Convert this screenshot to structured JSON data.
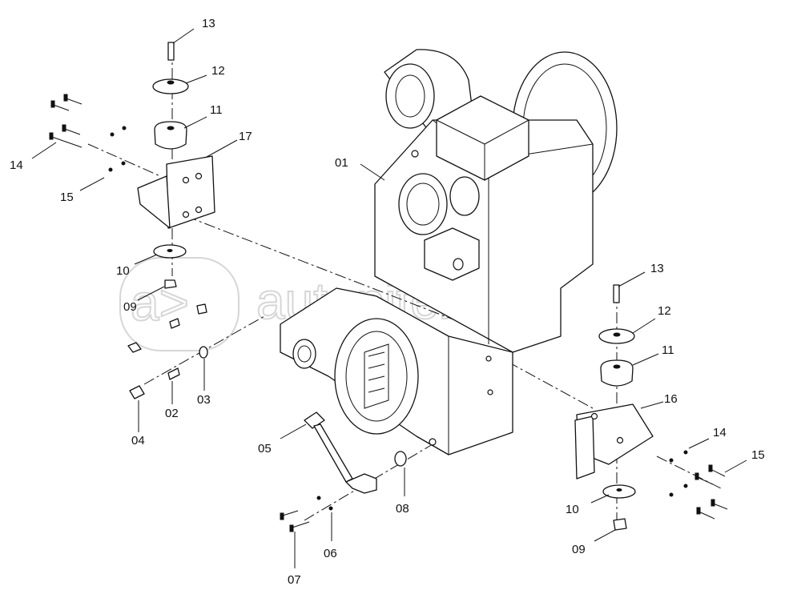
{
  "watermark": "autopiter.ru",
  "callouts": {
    "p01": "01",
    "p02": "02",
    "p03": "03",
    "p04": "04",
    "p05": "05",
    "p06": "06",
    "p07": "07",
    "p08": "08",
    "p09a": "09",
    "p10a": "10",
    "p11a": "11",
    "p12a": "12",
    "p13a": "13",
    "p14a": "14",
    "p15a": "15",
    "p17": "17",
    "p09b": "09",
    "p10b": "10",
    "p11b": "11",
    "p12b": "12",
    "p13b": "13",
    "p14b": "14",
    "p15b": "15",
    "p16": "16"
  }
}
